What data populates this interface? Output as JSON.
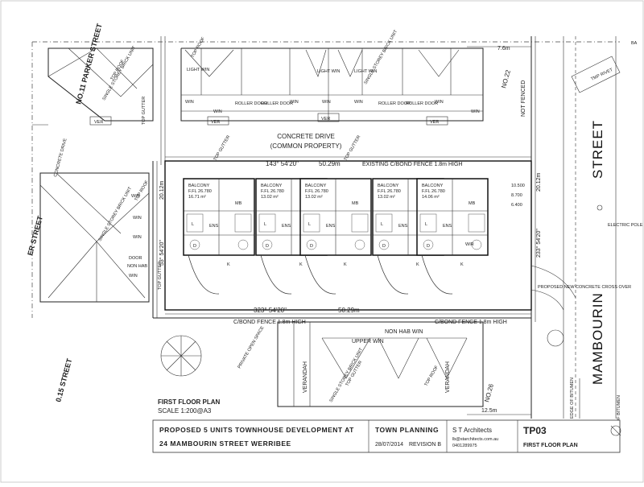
{
  "labels": {
    "street_top": "STREET",
    "street_mambourin": "MAMBOURIN",
    "parker_street": "NO.11 PARKER STREET",
    "left_street_mid": "ER STREET",
    "left_street_bottom": "0.15 STREET",
    "concrete_drive": "CONCRETE DRIVE",
    "common_property": "(COMMON PROPERTY)",
    "concrete_drive_left": "CONCRETE DRIVE",
    "no22": "NO.22",
    "no26": "NO.26",
    "not_fenced": "NOT FENCED",
    "existing_fence": "EXISTING C/BOND FENCE 1.8m HIGH",
    "cbond_fence_bottom_left": "C/BOND FENCE 1.8m HIGH",
    "cbond_fence_bottom_right": "C/BOND FENCE 1.8m HIGH",
    "bearing_top": "143° 54'20\"",
    "dist_top": "50.29m",
    "bearing_bottom": "323° 54'20\"",
    "dist_bottom": "50.29m",
    "bearing_left": "53° 54'20\"",
    "dist_left": "20.12m",
    "bearing_right": "233° 54'20\"",
    "dist_right": "20.12m",
    "dim_top_right": "7.6m",
    "dim_bottom_right": "12.5m",
    "electric_pole": "ELECTRIC POLE",
    "crossover": "PROPOSED NEW CONCRETE CROSS OVER",
    "edge_bitumen": "EDGE OF BITUMEN",
    "edge_bitumen_2": "OF BITUMEN",
    "verandah": "VERANDAH",
    "priv_open_space": "PRIVATE OPEN SPACE",
    "upper_win": "UPPER WIN",
    "non_hab_win": "NON HAB WIN",
    "ver": "VER",
    "win": "WIN",
    "light_win": "LIGHT WIN",
    "roller_door": "ROLLER DOOR",
    "balcony": "BALCONY",
    "top_roof": "TOP ROOF",
    "top_gutter": "TOP GUTTER",
    "single_storey": "SINGLE STOREY BRICK UNIT",
    "door": "DOOR",
    "non_hab": "NON HAB",
    "tmp_rivet": "TMP RIVET",
    "ba": "BA"
  },
  "units": [
    {
      "balcony": "BALCONY",
      "area": "F.FL 26.780",
      "size": "16.71 m²"
    },
    {
      "balcony": "BALCONY",
      "area": "F.FL 26.780",
      "size": "13.02 m²"
    },
    {
      "balcony": "BALCONY",
      "area": "F.FL 26.780",
      "size": "13.02 m²"
    },
    {
      "balcony": "BALCONY",
      "area": "F.FL 26.780",
      "size": "13.02 m²"
    },
    {
      "balcony": "BALCONY",
      "area": "F.FL 26.780",
      "size": "14.06 m²"
    }
  ],
  "room_labels": {
    "mb": "MB",
    "ens": "ENS",
    "wir": "WIR",
    "k": "K",
    "l": "L",
    "d": "D"
  },
  "dims_right": [
    "10.500",
    "8.700",
    "6.400"
  ],
  "plan_title": "FIRST FLOOR PLAN",
  "scale": "SCALE 1:200@A3",
  "title_block": {
    "project_line1": "PROPOSED 5 UNITS TOWNHOUSE DEVELOPMENT AT",
    "project_line2": "24 MAMBOURIN STREET WERRIBEE",
    "stage": "TOWN PLANNING",
    "date": "28/07/2014",
    "revision": "REVISION B",
    "firm": "S T Architects",
    "email": "lb@starchitects.com.au",
    "phone": "0401289975",
    "sheet": "TP03",
    "sheet_title": "FIRST FLOOR PLAN"
  }
}
